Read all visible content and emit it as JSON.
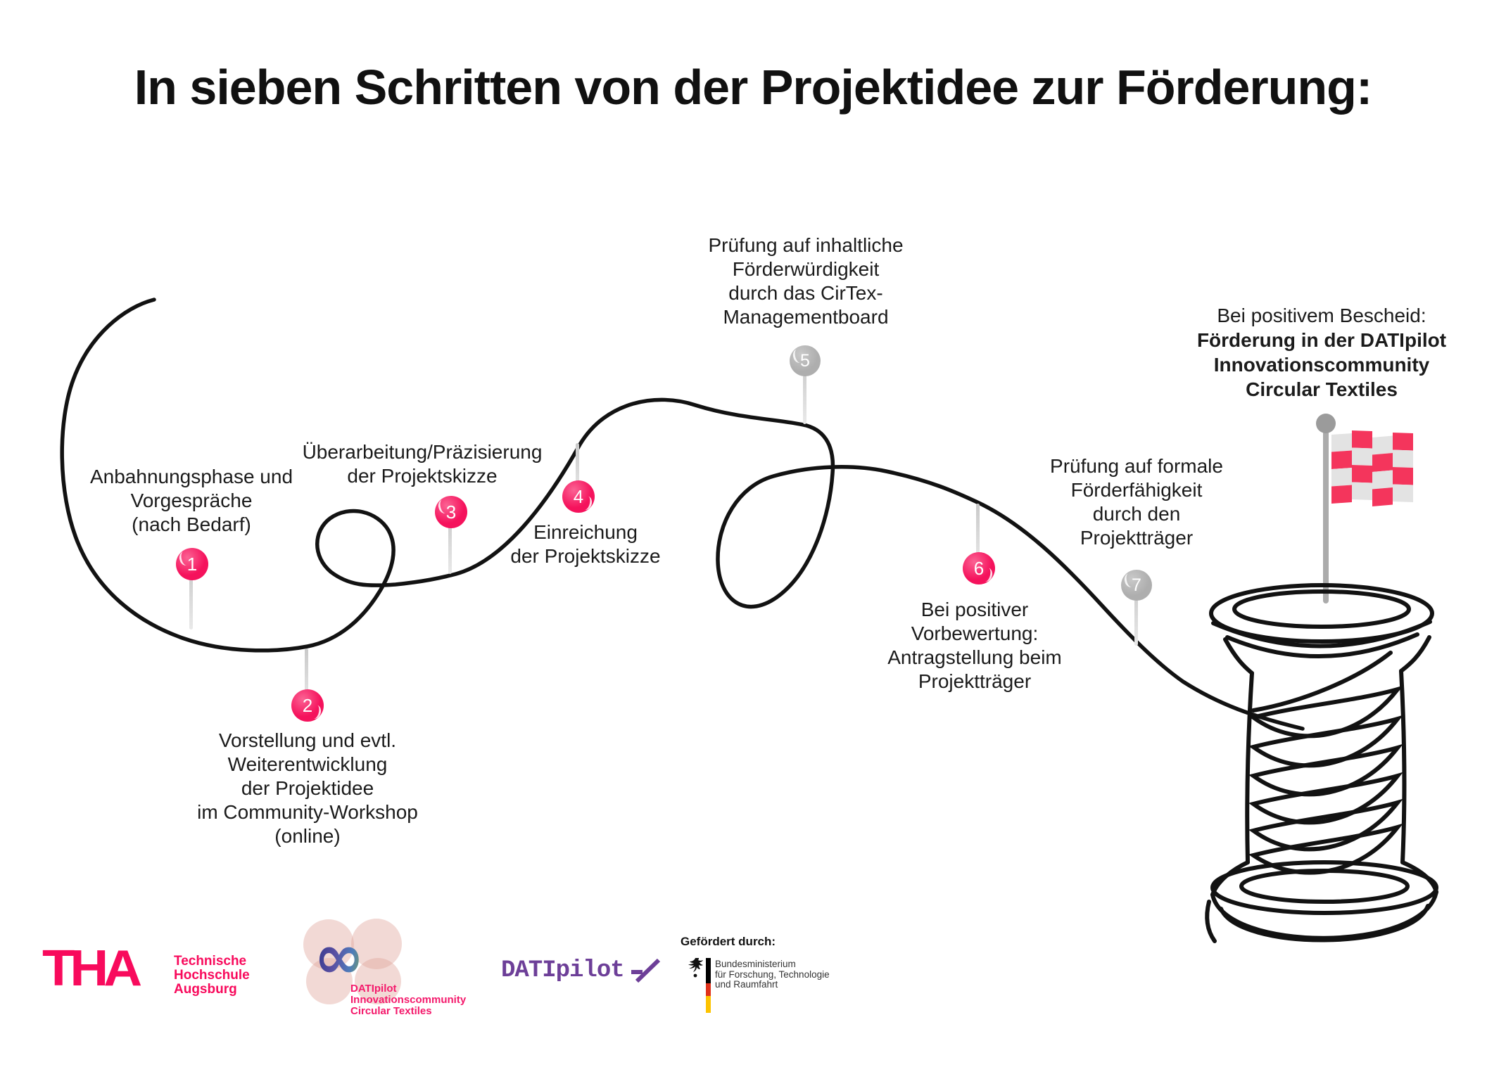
{
  "title": "In sieben Schritten von der Projektidee zur Förderung:",
  "steps": [
    {
      "number": "1",
      "pin_color": "#f5125c",
      "lines": [
        "Anbahnungsphase und",
        "Vorgespräche",
        "(nach Bedarf)"
      ]
    },
    {
      "number": "2",
      "pin_color": "#f5125c",
      "lines": [
        "Vorstellung und evtl.",
        "Weiterentwicklung",
        "der Projektidee",
        "im Community-Workshop",
        "(online)"
      ]
    },
    {
      "number": "3",
      "pin_color": "#f5125c",
      "lines": [
        "Überarbeitung/Präzisierung",
        "der Projektskizze"
      ]
    },
    {
      "number": "4",
      "pin_color": "#f5125c",
      "lines": [
        "Einreichung",
        "der Projektskizze"
      ]
    },
    {
      "number": "5",
      "pin_color": "#b0b0b0",
      "lines": [
        "Prüfung auf inhaltliche",
        "Förderwürdigkeit",
        "durch das CirTex-",
        "Managementboard"
      ]
    },
    {
      "number": "6",
      "pin_color": "#f5125c",
      "lines": [
        "Bei positiver",
        "Vorbewertung:",
        "Antragstellung beim",
        "Projektträger"
      ]
    },
    {
      "number": "7",
      "pin_color": "#b0b0b0",
      "lines": [
        "Prüfung auf formale",
        "Förderfähigkeit",
        "durch den",
        "Projektträger"
      ]
    }
  ],
  "final_note": {
    "intro": "Bei positivem Bescheid:",
    "bold_lines": [
      "Förderung in der DATIpilot",
      "Innovationscommunity",
      "Circular Textiles"
    ]
  },
  "footer": {
    "tha": {
      "mark": "THA",
      "lines": [
        "Technische",
        "Hochschule",
        "Augsburg"
      ]
    },
    "community": {
      "infinity_symbol": "∞",
      "lines": [
        "DATIpilot",
        "Innovationscommunity",
        "Circular Textiles"
      ]
    },
    "datipilot_wordmark": "DATIpilot",
    "funding": {
      "caption": "Gefördert durch:",
      "ministry_lines": [
        "Bundesministerium",
        "für Forschung, Technologie",
        "und Raumfahrt"
      ]
    }
  },
  "colors": {
    "pin_pink": "#f5125c",
    "pin_gray": "#b0b0b0",
    "thread_black": "#121212",
    "tha_pink": "#f80a5c",
    "community_pink": "#f4196b",
    "dati_purple": "#6d3f98",
    "flag_pink": "#f4355c",
    "flag_light_gray": "#e3e3e3",
    "pole_gray": "#ababab"
  }
}
